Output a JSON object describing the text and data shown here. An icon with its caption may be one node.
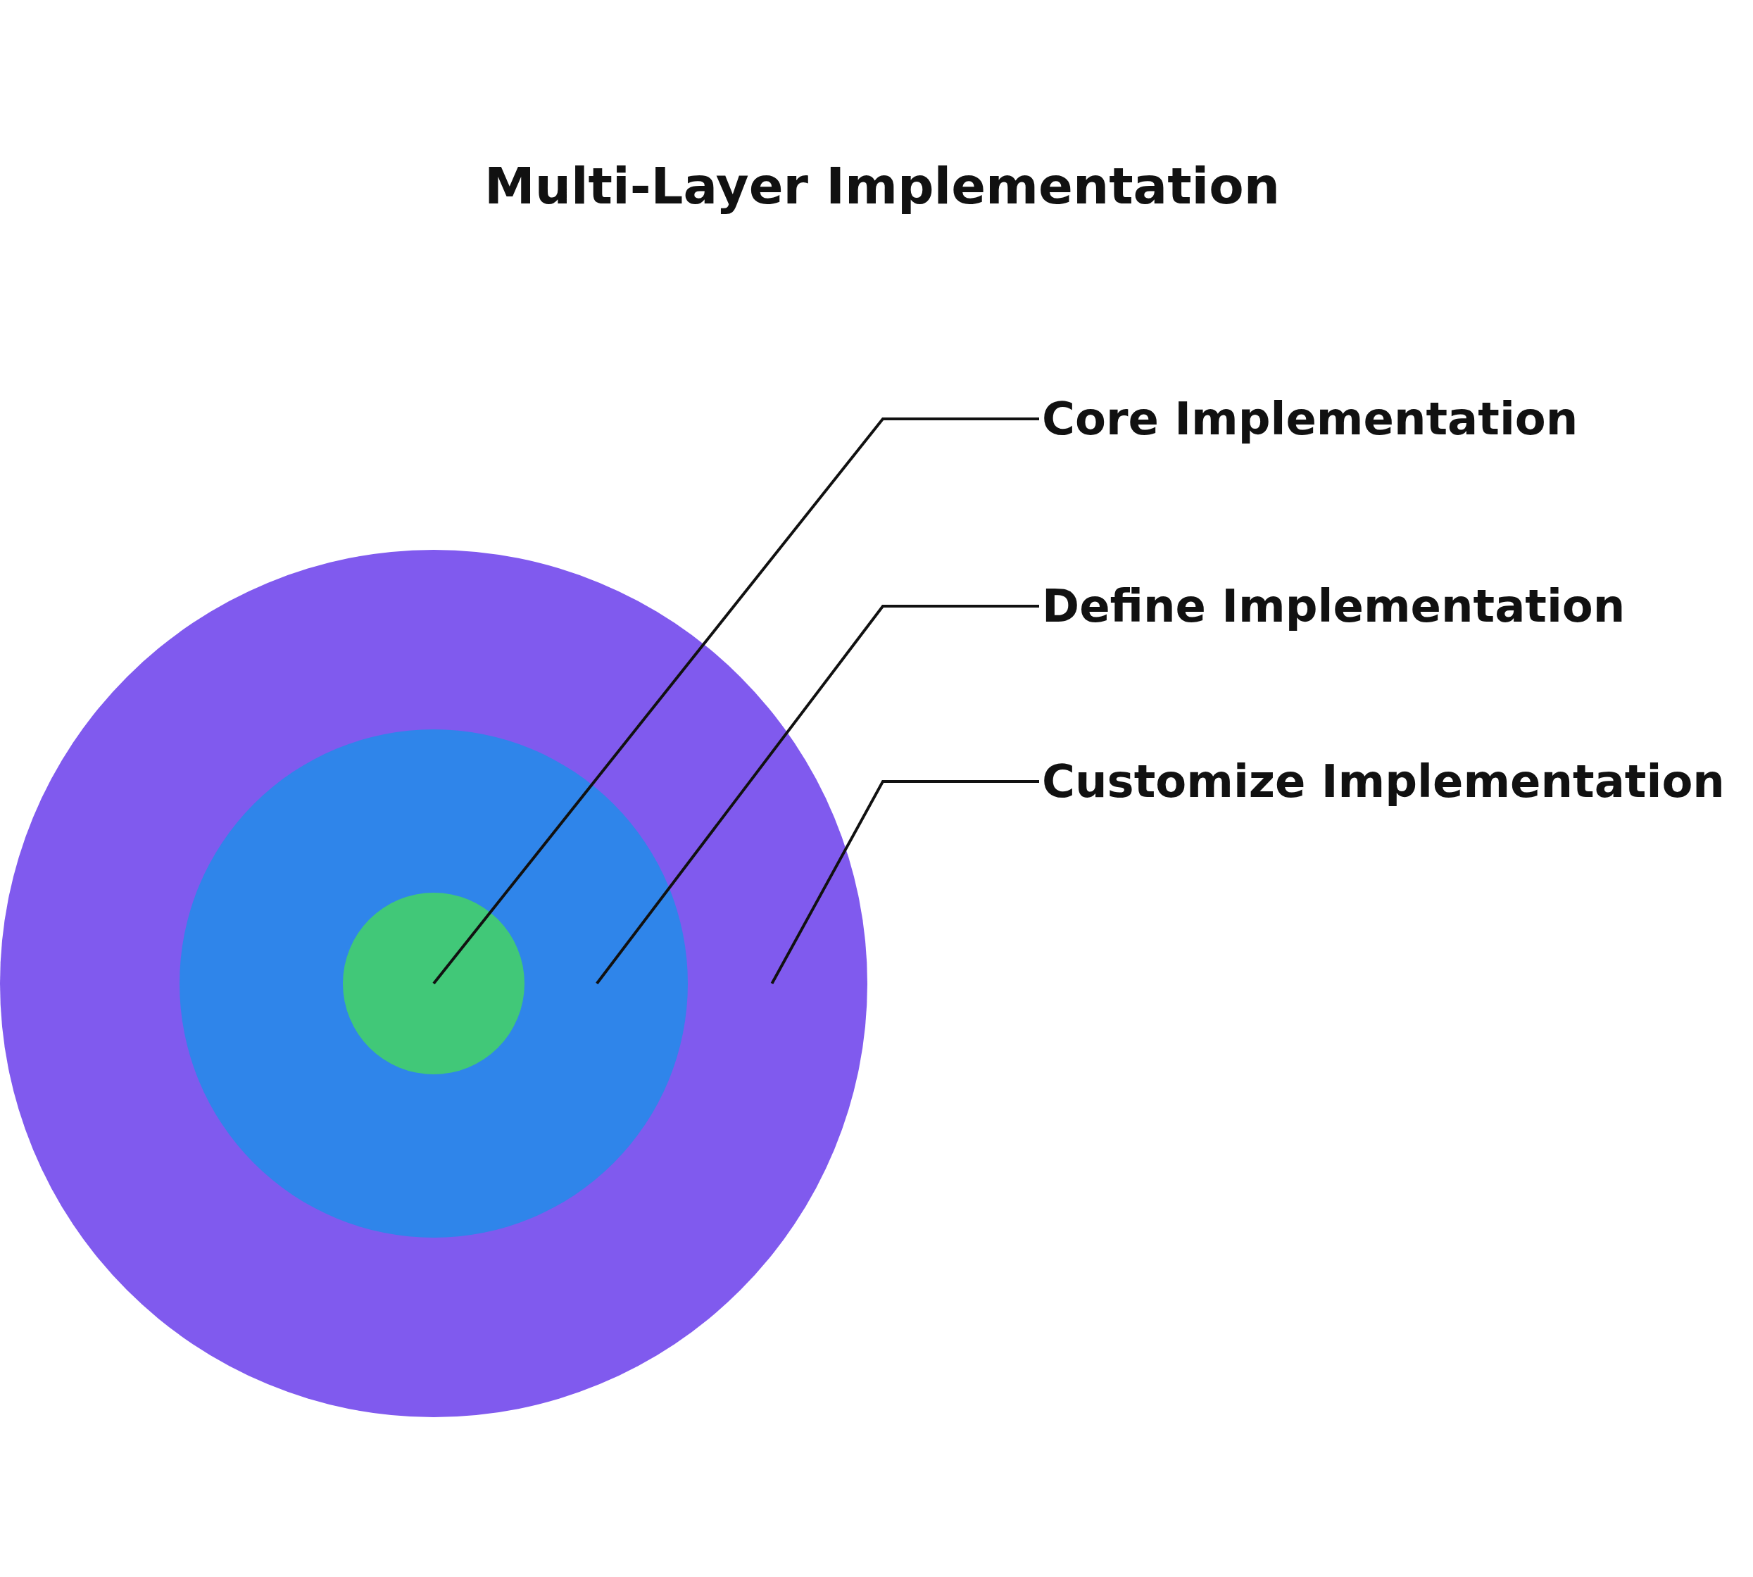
{
  "diagram": {
    "title": "Multi-Layer Implementation",
    "nodes": [
      {
        "text": [],
        "shape": "circle"
      },
      {
        "text": [],
        "shape": "circle",
        "in": 0
      },
      {
        "text": [],
        "shape": "circle",
        "in": 1
      },
      {
        "text": [
          "Core Implementation"
        ]
      },
      {
        "text": [
          "Define Implementation"
        ]
      },
      {
        "text": [
          "Customize Implementation"
        ]
      }
    ],
    "edges": [
      {
        "from": 3,
        "to": 2,
        "arrow": "none"
      },
      {
        "from": 4,
        "to": 1,
        "arrow": "none"
      },
      {
        "from": 5,
        "to": 0,
        "arrow": "none"
      }
    ]
  }
}
